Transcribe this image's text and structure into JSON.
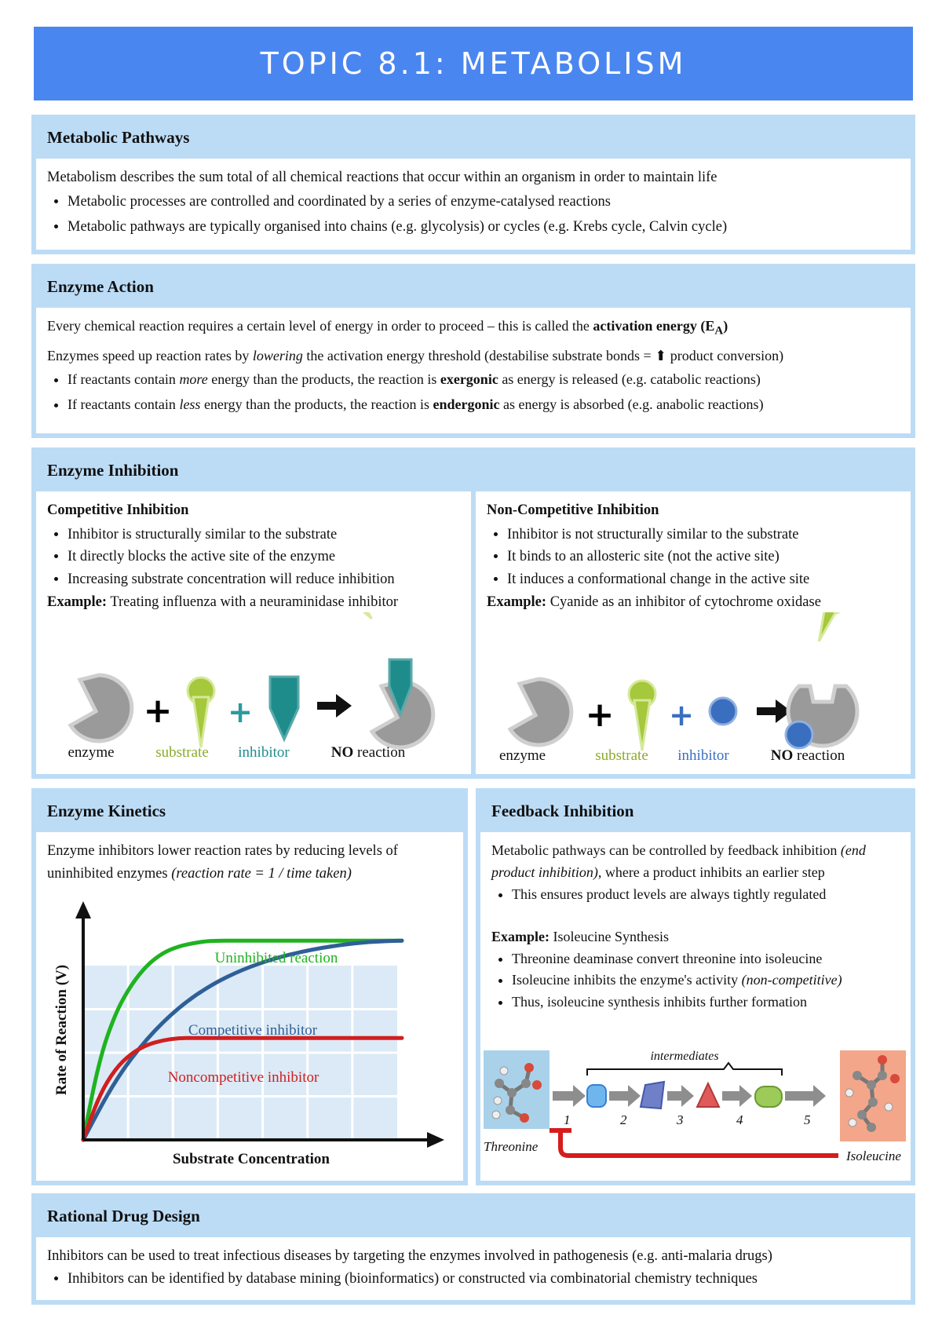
{
  "title": "TOPIC 8.1:  METABOLISM",
  "pathways": {
    "heading": "Metabolic Pathways",
    "intro": "Metabolism describes the sum total of all chemical reactions that occur within an organism in order to maintain life",
    "bullets": [
      "Metabolic processes are controlled and coordinated by a series of enzyme-catalysed reactions",
      "Metabolic pathways are typically organised into chains (e.g. glycolysis) or cycles (e.g. Krebs cycle, Calvin cycle)"
    ]
  },
  "action": {
    "heading": "Enzyme Action",
    "line1_a": "Every chemical reaction requires a certain level of energy in order to proceed – this is called the ",
    "line1_b": "activation energy (E",
    "line1_sub": "A",
    "line1_c": ")",
    "line2_a": "Enzymes speed up reaction rates by ",
    "line2_em": "lowering",
    "line2_b": " the activation energy threshold (destabilise substrate bonds = ⬆ product conversion)",
    "b1_a": "If reactants contain ",
    "b1_em": "more",
    "b1_b": " energy than the products, the reaction is ",
    "b1_strong": "exergonic",
    "b1_c": " as energy is released (e.g. catabolic reactions)",
    "b2_a": "If reactants contain ",
    "b2_em": "less",
    "b2_b": " energy than the products, the reaction is ",
    "b2_strong": "endergonic",
    "b2_c": " as energy is absorbed (e.g. anabolic reactions)"
  },
  "inhibition": {
    "heading": "Enzyme Inhibition",
    "competitive": {
      "title": "Competitive Inhibition",
      "bullets": [
        "Inhibitor is structurally similar to the substrate",
        "It directly blocks the active site of the enzyme",
        "Increasing substrate concentration will reduce inhibition"
      ],
      "example_label": "Example:",
      "example_text": " Treating influenza with a neuraminidase inhibitor",
      "labels": {
        "enzyme": "enzyme",
        "substrate": "substrate",
        "inhibitor": "inhibitor",
        "no": "NO",
        "reaction": " reaction"
      }
    },
    "noncompetitive": {
      "title": "Non-Competitive Inhibition",
      "bullets": [
        "Inhibitor is not structurally similar to the substrate",
        "It binds to an allosteric site (not the active site)",
        "It induces a conformational change in the active site"
      ],
      "example_label": "Example:",
      "example_text": " Cyanide as an inhibitor of cytochrome oxidase",
      "labels": {
        "enzyme": "enzyme",
        "substrate": "substrate",
        "inhibitor": "inhibitor",
        "no": "NO",
        "reaction": " reaction"
      }
    }
  },
  "kinetics": {
    "heading": "Enzyme Kinetics",
    "text_a": "Enzyme inhibitors lower reaction rates by reducing levels of uninhibited enzymes ",
    "text_em": "(reaction rate = 1 / time taken)"
  },
  "chart_data": {
    "type": "line",
    "title": "",
    "xlabel": "Substrate Concentration",
    "ylabel": "Rate of Reaction (V)",
    "xlim": [
      0,
      10
    ],
    "ylim": [
      0,
      10
    ],
    "grid": true,
    "series": [
      {
        "name": "Uninhibited reaction",
        "color": "#1fb31f",
        "x": [
          0,
          0.5,
          1,
          1.5,
          2,
          2.5,
          3,
          3.5,
          4,
          5,
          6,
          7,
          8,
          9,
          10
        ],
        "y": [
          0,
          3.6,
          5.7,
          7.0,
          7.9,
          8.45,
          8.75,
          8.9,
          9.0,
          9.0,
          9.0,
          9.0,
          9.0,
          9.0,
          9.0
        ]
      },
      {
        "name": "Competitive inhibitor",
        "color": "#2f5f97",
        "x": [
          0,
          1,
          2,
          3,
          4,
          5,
          6,
          7,
          8,
          9,
          10
        ],
        "y": [
          0,
          2.7,
          4.6,
          6.0,
          7.0,
          7.7,
          8.2,
          8.55,
          8.8,
          8.95,
          9.0
        ]
      },
      {
        "name": "Noncompetitive inhibitor",
        "color": "#d01f1f",
        "x": [
          0,
          0.5,
          1,
          1.5,
          2,
          2.5,
          3,
          3.5,
          4,
          5,
          6,
          7,
          8,
          9,
          10
        ],
        "y": [
          0,
          2.0,
          3.2,
          3.9,
          4.3,
          4.5,
          4.6,
          4.6,
          4.6,
          4.6,
          4.6,
          4.6,
          4.6,
          4.6,
          4.6
        ]
      }
    ]
  },
  "feedback": {
    "heading": "Feedback Inhibition",
    "text_a": "Metabolic pathways can be controlled by feedback inhibition ",
    "text_em": "(end product inhibition)",
    "text_b": ", where a product inhibits an earlier step",
    "bullet1": "This ensures product levels are always tightly regulated",
    "example_label": "Example:",
    "example_text": " Isoleucine Synthesis",
    "bullet2": "Threonine deaminase convert threonine into isoleucine",
    "bullet3_a": "Isoleucine inhibits the enzyme's activity ",
    "bullet3_em": "(non-competitive)",
    "bullet4": "Thus, isoleucine synthesis inhibits further formation",
    "diagram": {
      "intermediates": "intermediates",
      "threonine": "Threonine",
      "isoleucine": "Isoleucine",
      "steps": [
        "1",
        "2",
        "3",
        "4",
        "5"
      ]
    }
  },
  "drug": {
    "heading": "Rational Drug Design",
    "text": "Inhibitors can be used to treat infectious diseases by targeting the enzymes involved in pathogenesis (e.g. anti-malaria drugs)",
    "bullet": "Inhibitors can be identified by database mining (bioinformatics) or constructed via combinatorial chemistry techniques"
  }
}
